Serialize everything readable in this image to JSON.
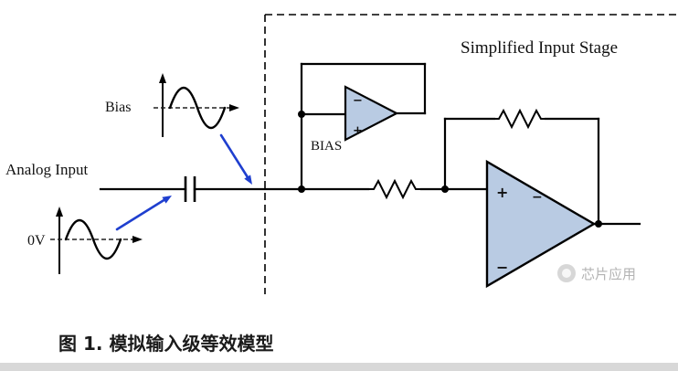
{
  "title": "Simplified Input Stage",
  "labels": {
    "analog_input": "Analog Input",
    "bias_waveform": "Bias",
    "bias_buffer": "BIAS",
    "zero_volts": "0V"
  },
  "symbols": {
    "plus": "+",
    "minus": "−"
  },
  "watermark": "芯片应用",
  "caption": "图 1. 模拟输入级等效模型",
  "colors": {
    "opamp_fill": "#b9cbe3",
    "wire": "#000000",
    "arrow_blue": "#1f3fcf",
    "watermark_gray": "#b3b3b3",
    "bottom_bar": "#d8d8d8"
  }
}
